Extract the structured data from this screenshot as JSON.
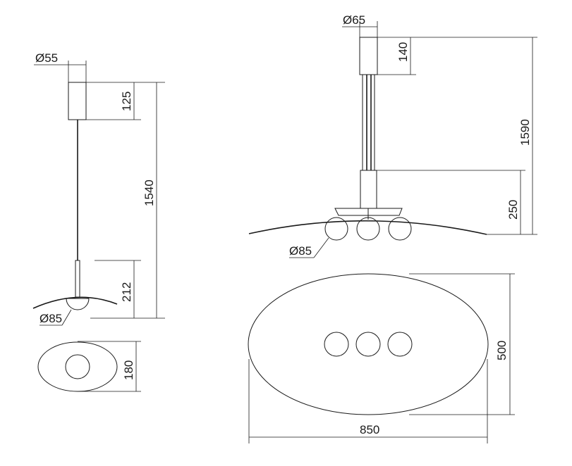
{
  "small_lamp": {
    "canopy_diameter": "Ø55",
    "canopy_height": "125",
    "total_height": "1540",
    "lower_height": "212",
    "globe_diameter": "Ø85",
    "top_view_depth": "180"
  },
  "large_lamp": {
    "canopy_diameter": "Ø65",
    "canopy_height": "140",
    "total_height": "1590",
    "lower_height": "250",
    "globe_diameter": "Ø85",
    "top_view_depth": "500",
    "top_view_width": "850"
  },
  "colors": {
    "line": "#1a1a1a",
    "background": "#ffffff"
  }
}
